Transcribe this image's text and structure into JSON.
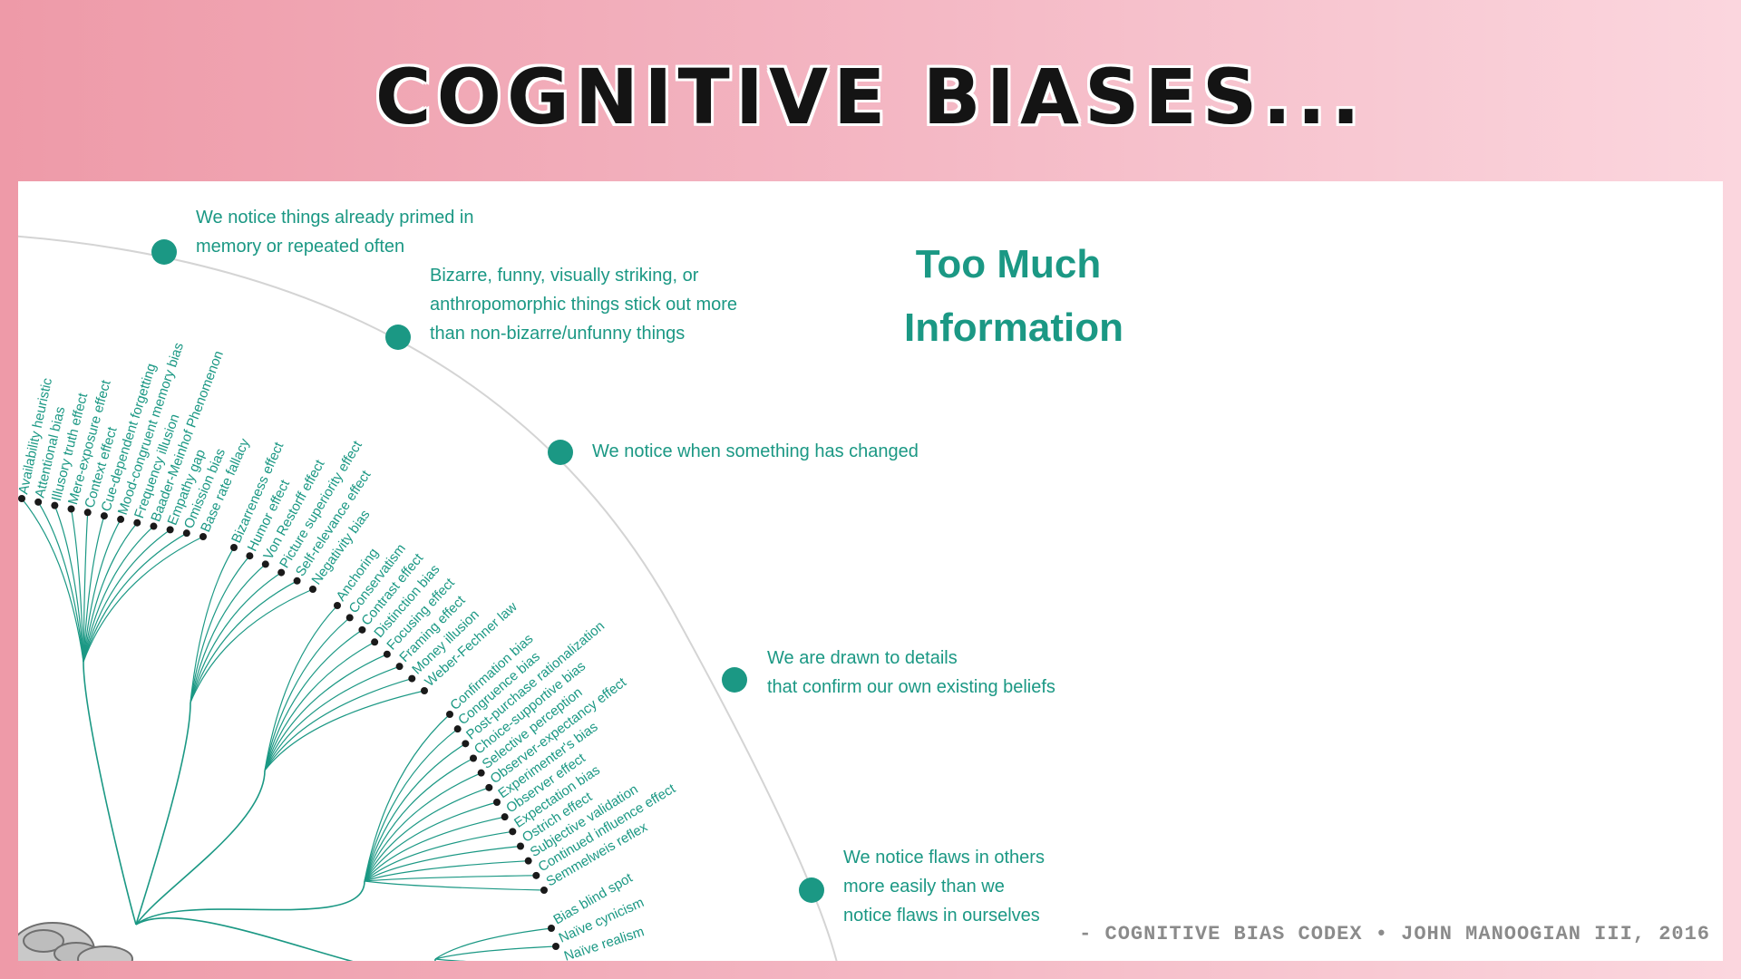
{
  "slide": {
    "title": "COGNITIVE BIASES...",
    "attribution": "- COGNITIVE BIAS CODEX • JOHN MANOOGIAN III, 2016"
  },
  "diagram": {
    "heading_line1": "Too Much",
    "heading_line2": "Information",
    "accent_color": "#1b9884",
    "arc_color": "#d4d4d4",
    "nodes": [
      {
        "lines": [
          "We notice things already primed in",
          "memory or repeated often"
        ]
      },
      {
        "lines": [
          "Bizarre, funny, visually striking, or",
          "anthropomorphic things stick out more",
          "than non-bizarre/unfunny things"
        ]
      },
      {
        "lines": [
          "We notice when something has changed"
        ]
      },
      {
        "lines": [
          "We are drawn to details",
          "that confirm our own existing beliefs"
        ]
      },
      {
        "lines": [
          "We notice flaws in others",
          "more easily than we",
          "notice flaws in ourselves"
        ]
      }
    ],
    "groups": [
      {
        "leaves": [
          "Availability heuristic",
          "Attentional bias",
          "Illusory truth effect",
          "Mere-exposure effect",
          "Context effect",
          "Cue-dependent forgetting",
          "Mood-congruent memory bias",
          "Frequency illusion",
          "Baader-Meinhof Phenomenon",
          "Empathy gap",
          "Omission bias",
          "Base rate fallacy"
        ]
      },
      {
        "leaves": [
          "Bizarreness effect",
          "Humor effect",
          "Von Restorff effect",
          "Picture superiority effect",
          "Self-relevance effect",
          "Negativity bias"
        ]
      },
      {
        "leaves": [
          "Anchoring",
          "Conservatism",
          "Contrast effect",
          "Distinction bias",
          "Focusing effect",
          "Framing effect",
          "Money illusion",
          "Weber-Fechner law"
        ]
      },
      {
        "leaves": [
          "Confirmation bias",
          "Congruence bias",
          "Post-purchase rationalization",
          "Choice-supportive bias",
          "Selective perception",
          "Observer-expectancy effect",
          "Experimenter's bias",
          "Observer effect",
          "Expectation bias",
          "Ostrich effect",
          "Subjective validation",
          "Continued influence effect",
          "Semmelweis reflex"
        ]
      },
      {
        "leaves": [
          "Bias blind spot",
          "Naïve cynicism",
          "Naïve realism"
        ]
      }
    ]
  }
}
